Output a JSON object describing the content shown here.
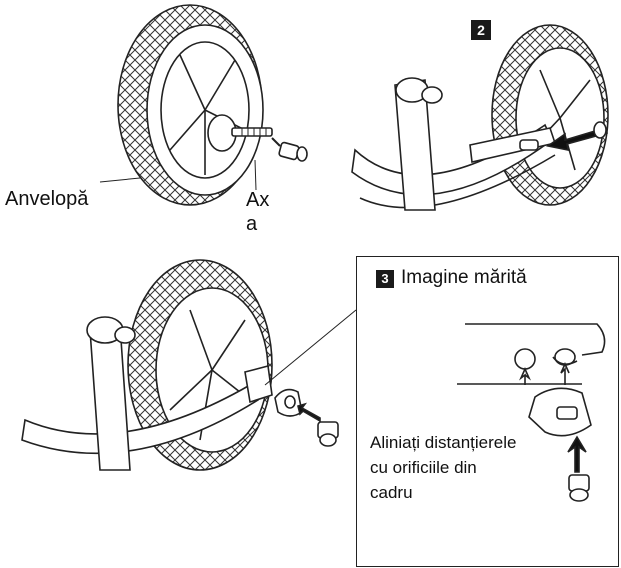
{
  "step1": {
    "tire_label": "Anvelopă",
    "axle_label_line1": "Ax",
    "axle_label_line2": "a"
  },
  "step2": {
    "badge": "2"
  },
  "step3": {
    "badge": "3",
    "zoom_title": "Imagine mărită",
    "instruction_line1": "Aliniați distanțierele",
    "instruction_line2": "cu orificiile din",
    "instruction_line3": "cadru"
  },
  "colors": {
    "ink": "#222222",
    "tread": "#cfcfcf",
    "badge_bg": "#1a1a1a"
  }
}
